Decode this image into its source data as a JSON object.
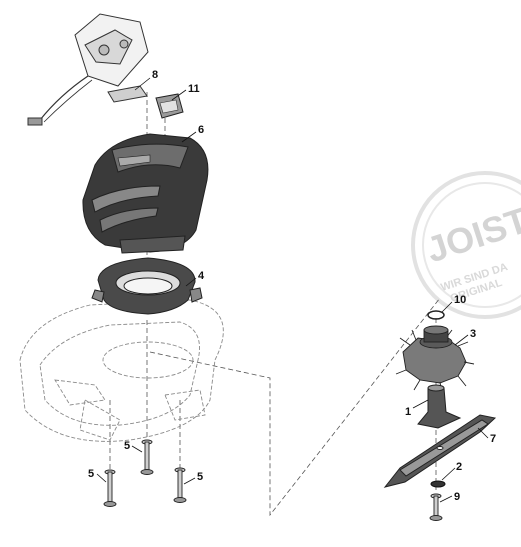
{
  "callouts": {
    "c1": "1",
    "c2": "2",
    "c3": "3",
    "c4": "4",
    "c5a": "5",
    "c5b": "5",
    "c5c": "5",
    "c6": "6",
    "c7": "7",
    "c8": "8",
    "c9": "9",
    "c10": "10",
    "c11": "11"
  },
  "watermark": {
    "brand": "JOIST",
    "line1": "WIR SIND DA",
    "line2": "ORIGINAL"
  }
}
